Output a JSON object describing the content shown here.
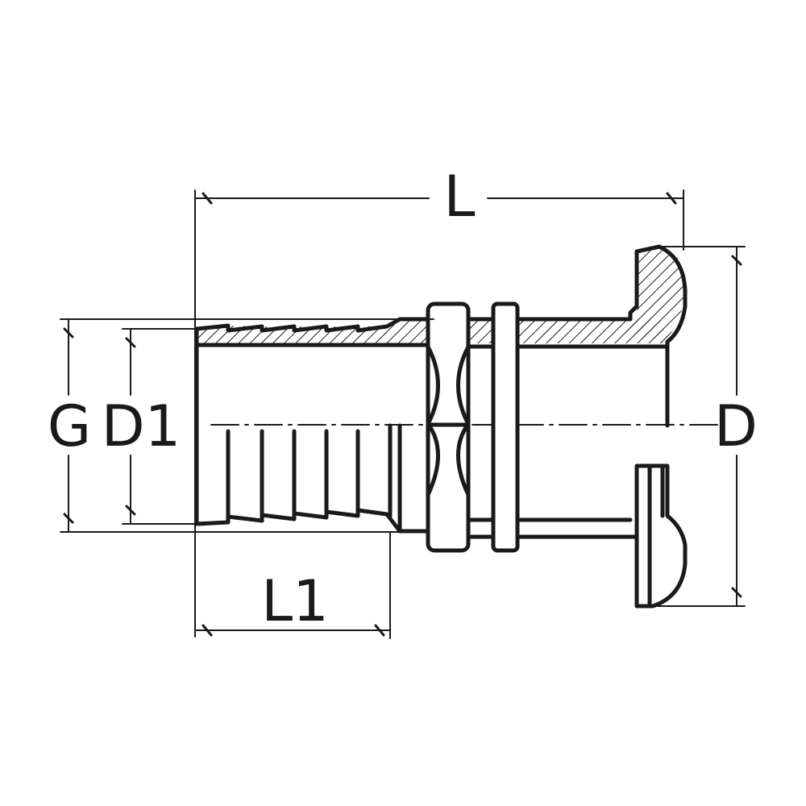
{
  "labels": {
    "overall_length": "L",
    "thread_diameter": "G",
    "hose_diameter": "D1",
    "flange_diameter": "D",
    "hose_tail_length": "L1"
  },
  "colors": {
    "stroke": "#1a1a1a",
    "background": "#ffffff"
  }
}
